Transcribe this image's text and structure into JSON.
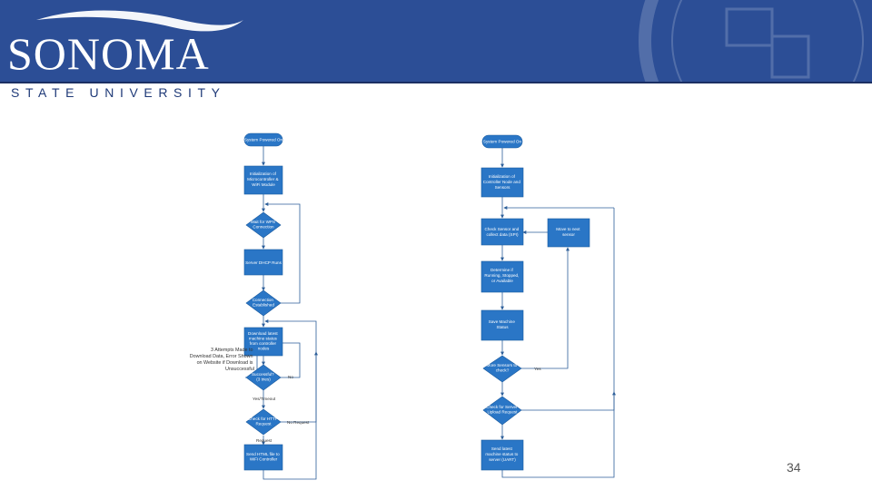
{
  "header": {
    "logo_word": "SONOMA",
    "logo_subtitle": "STATE UNIVERSITY",
    "banner_color": "#2c4e96"
  },
  "slide_number": "34",
  "flowchart_left": {
    "nodes": {
      "start": "System Powered On",
      "init": [
        "Initialization of",
        "Microcontroller &",
        "WiFi Module"
      ],
      "wait_wps": [
        "Wait for WPS",
        "Connection"
      ],
      "dhcp": "Server DHCP Runs",
      "conn_est": [
        "Connection",
        "Established"
      ],
      "download": [
        "Download latest",
        "machine status",
        "from controller",
        "nodes"
      ],
      "successful": [
        "Successful?",
        "(3 tries)"
      ],
      "check_http": [
        "Check for HTTP",
        "Request"
      ],
      "send_html": [
        "Send HTML file to",
        "WiFi Controller"
      ]
    },
    "edges": {
      "no": "No",
      "yes_timeout": "Yes/Timeout",
      "no_request": "No Request",
      "request": "Request"
    },
    "note": [
      "3 Attempts Made to",
      "Download Data, Error Shown",
      "on Website if Download is",
      "Unsuccessful"
    ]
  },
  "flowchart_right": {
    "nodes": {
      "start": "System Powered On",
      "init": [
        "Initialization of",
        "Controller Node and",
        "Sensors"
      ],
      "check_sensor": [
        "Check Sensor and",
        "collect data (SPI)"
      ],
      "move_next": [
        "Move to next",
        "sensor"
      ],
      "determine": [
        "Determine if",
        "Running, Stopped,",
        "or Available"
      ],
      "save_status": [
        "Save Machine",
        "Status"
      ],
      "more_sensors": [
        "More Sensors to",
        "check?"
      ],
      "check_upload": [
        "Check for Server",
        "Upload Request"
      ],
      "send_latest": [
        "Send latest",
        "machine status to",
        "server (UART)"
      ]
    },
    "edges": {
      "yes": "Yes"
    }
  },
  "colors": {
    "node_fill": "#2a76c6",
    "node_stroke": "#1a5a9e",
    "arrow": "#2d5f9a"
  }
}
